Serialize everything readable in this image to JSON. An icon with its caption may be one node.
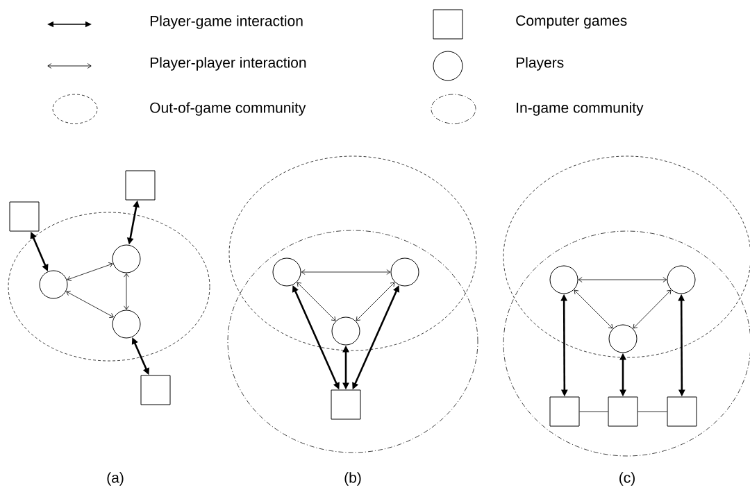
{
  "diagram": {
    "nodes": [
      {
        "text": [],
        "shape": "box"
      },
      {
        "text": [],
        "shape": "box"
      },
      {
        "text": [],
        "shape": "circle"
      },
      {
        "text": [],
        "shape": "circle"
      },
      {
        "text": [],
        "shape": "circle"
      },
      {
        "text": [],
        "shape": "box"
      },
      {
        "text": [],
        "shape": "circle"
      },
      {
        "text": [],
        "shape": "circle"
      },
      {
        "text": [],
        "shape": "circle"
      },
      {
        "text": [],
        "shape": "box"
      },
      {
        "text": [],
        "shape": "circle"
      },
      {
        "text": [],
        "shape": "circle"
      },
      {
        "text": [],
        "shape": "circle"
      },
      {
        "text": [],
        "shape": "box"
      },
      {
        "text": [],
        "shape": "box"
      },
      {
        "text": [],
        "shape": "box"
      }
    ],
    "edges": [
      {
        "from": 0,
        "to": 2,
        "arrow": "both",
        "style": "thick"
      },
      {
        "from": 1,
        "to": 3,
        "arrow": "both",
        "style": "thick"
      },
      {
        "from": 2,
        "to": 3,
        "arrow": "both"
      },
      {
        "from": 3,
        "to": 4,
        "arrow": "both"
      },
      {
        "from": 2,
        "to": 4,
        "arrow": "both"
      },
      {
        "from": 4,
        "to": 5,
        "arrow": "both",
        "style": "thick"
      },
      {
        "from": 6,
        "to": 7,
        "arrow": "both"
      },
      {
        "from": 6,
        "to": 8,
        "arrow": "both"
      },
      {
        "from": 7,
        "to": 8,
        "arrow": "both"
      },
      {
        "from": 6,
        "to": 9,
        "arrow": "both",
        "style": "thick"
      },
      {
        "from": 7,
        "to": 9,
        "arrow": "both",
        "style": "thick"
      },
      {
        "from": 8,
        "to": 9,
        "arrow": "both",
        "style": "thick"
      },
      {
        "from": 10,
        "to": 11,
        "arrow": "both"
      },
      {
        "from": 10,
        "to": 12,
        "arrow": "both"
      },
      {
        "from": 11,
        "to": 12,
        "arrow": "both"
      },
      {
        "from": 10,
        "to": 13,
        "arrow": "both",
        "style": "thick"
      },
      {
        "from": 12,
        "to": 14,
        "arrow": "both",
        "style": "thick"
      },
      {
        "from": 11,
        "to": 15,
        "arrow": "both",
        "style": "thick"
      },
      {
        "from": 13,
        "to": 14,
        "arrow": "none"
      },
      {
        "from": 14,
        "to": 15,
        "arrow": "none"
      }
    ],
    "labels": [
      "(a)",
      "(b)",
      "(c)"
    ],
    "legend": [
      {
        "text": "Player-game interaction"
      },
      {
        "text": "Computer games"
      },
      {
        "text": "Player-player interaction"
      },
      {
        "text": "Players"
      },
      {
        "text": "Out-of-game community"
      },
      {
        "text": "In-game community"
      }
    ]
  }
}
